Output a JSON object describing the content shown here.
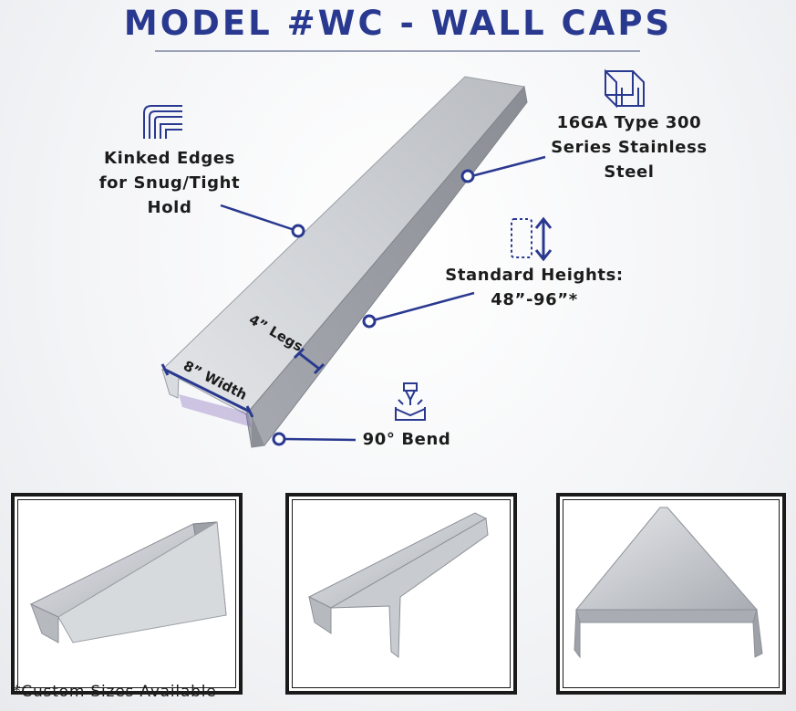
{
  "title": "MODEL #WC - WALL CAPS",
  "callouts": {
    "kinked": [
      "Kinked Edges",
      "for Snug/Tight",
      "Hold"
    ],
    "steel": [
      "16GA Type 300",
      "Series Stainless",
      "Steel"
    ],
    "heights": [
      "Standard Heights:",
      "48”-96”*"
    ],
    "bend": "90° Bend",
    "legs": "4” Legs",
    "width": "8” Width"
  },
  "icons": [
    "kinked-edge-icon",
    "steel-channel-icon",
    "height-arrow-icon",
    "press-brake-bend-icon"
  ],
  "footnote": "*Custom Sizes Available",
  "colors": {
    "accent": "#2a3990",
    "text": "#1c1c1c",
    "steel": "#c9ccd0"
  }
}
